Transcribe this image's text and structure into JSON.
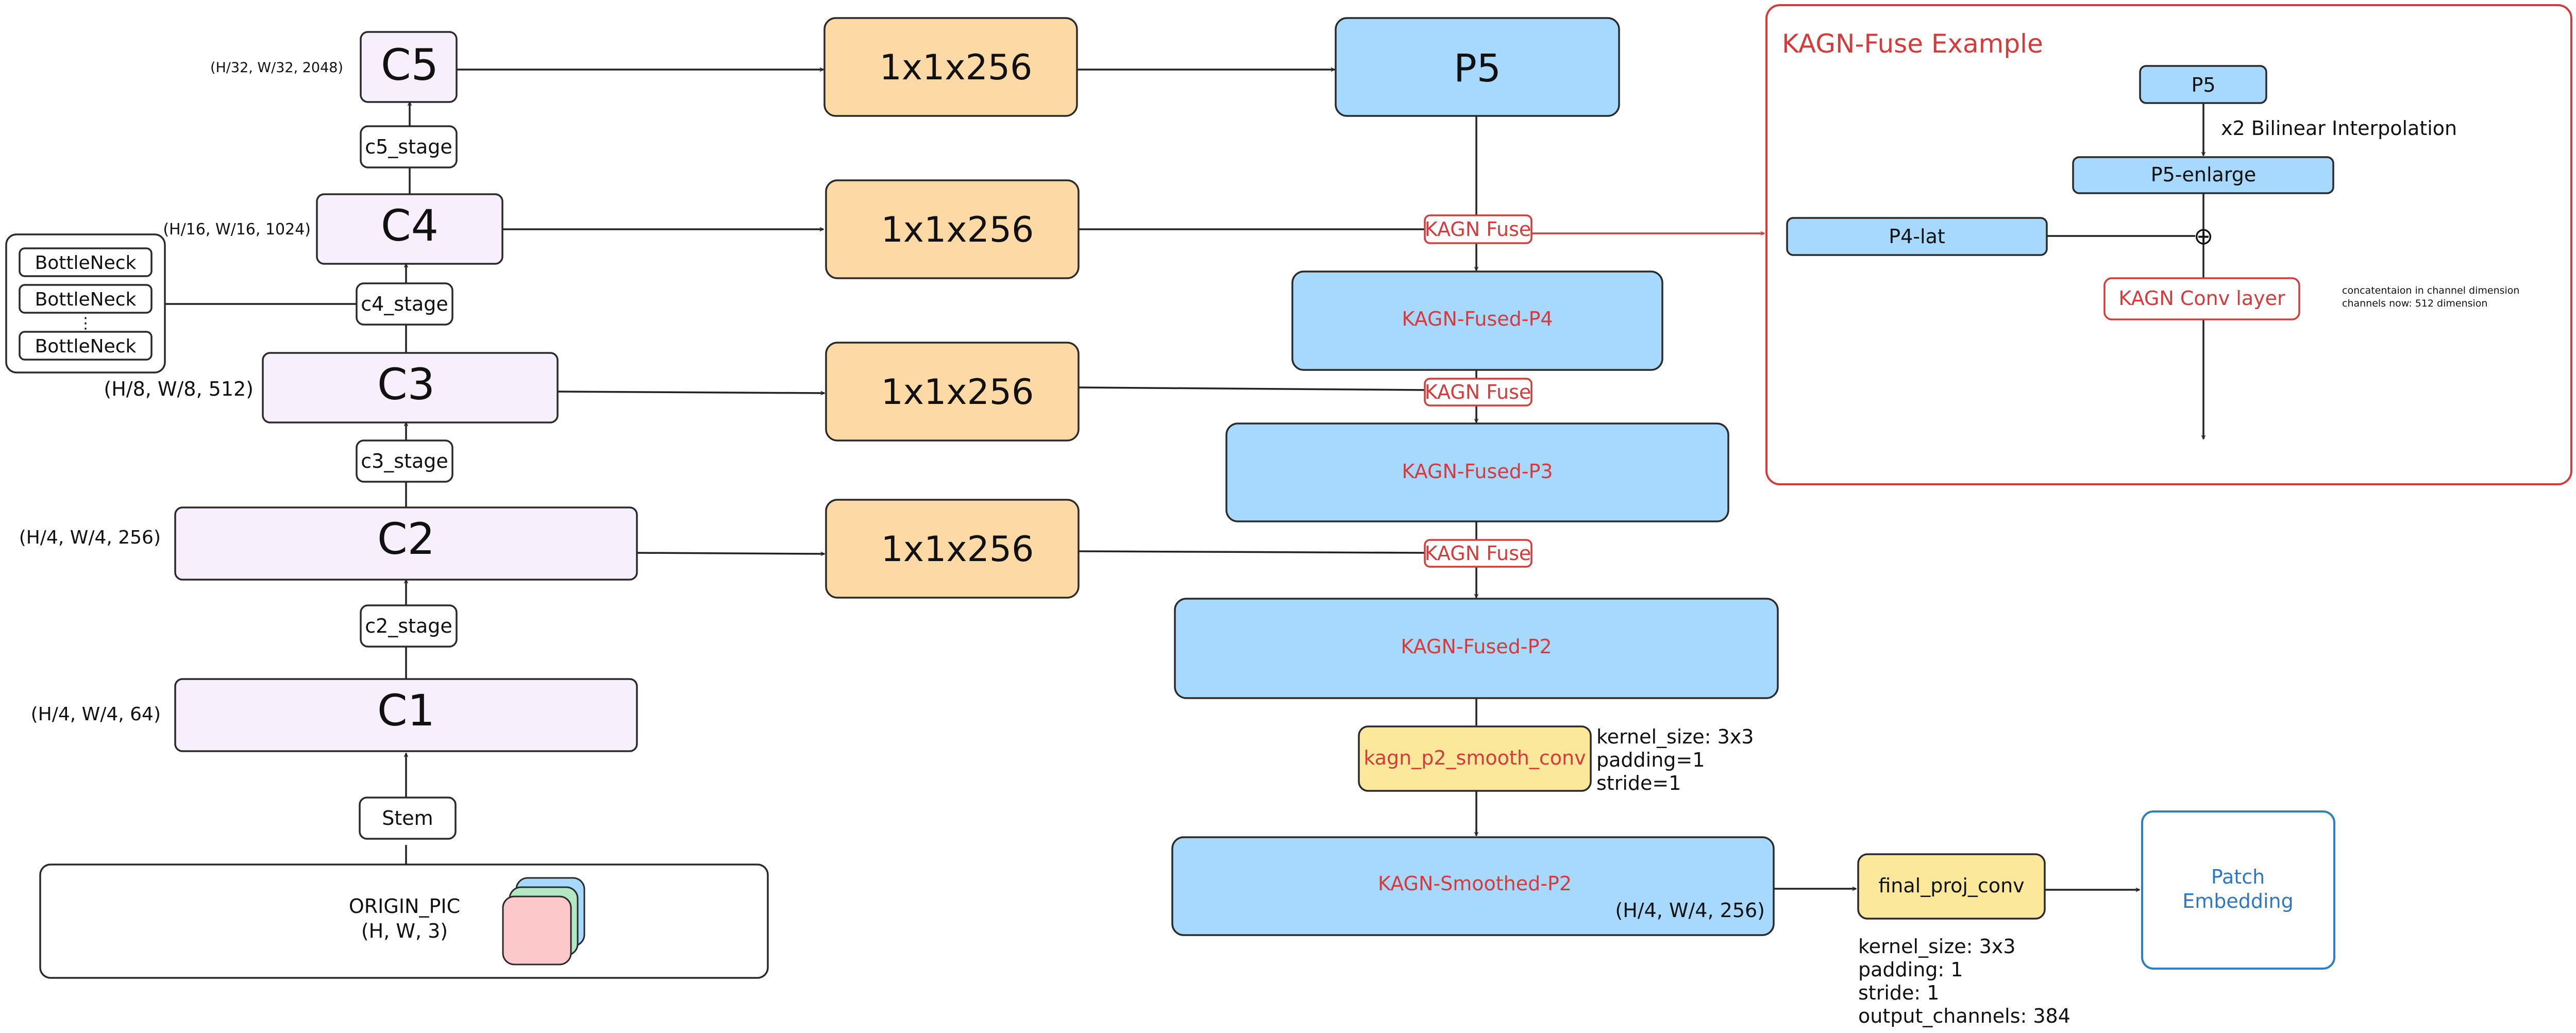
{
  "backbone": {
    "origin": {
      "label": "ORIGIN_PIC",
      "shape": "(H, W, 3)"
    },
    "stem": "Stem",
    "c1": {
      "label": "C1",
      "shape": "(H/4, W/4, 64)"
    },
    "c2_stage": "c2_stage",
    "c2": {
      "label": "C2",
      "shape": "(H/4, W/4, 256)"
    },
    "c3_stage": "c3_stage",
    "c3": {
      "label": "C3",
      "shape": "(H/8, W/8, 512)"
    },
    "c4_stage": "c4_stage",
    "c4": {
      "label": "C4",
      "shape": "(H/16, W/16, 1024)"
    },
    "c5_stage": "c5_stage",
    "c5": {
      "label": "C5",
      "shape": "(H/32, W/32, 2048)"
    },
    "bottleneck": {
      "items": [
        "BottleNeck",
        "BottleNeck",
        "BottleNeck"
      ],
      "ellipsis": "⋮"
    }
  },
  "lateral": {
    "conv": "1x1x256"
  },
  "fpn": {
    "p5": "P5",
    "fuse_label": "KAGN Fuse",
    "p4": "KAGN-Fused-P4",
    "p3": "KAGN-Fused-P3",
    "p2": "KAGN-Fused-P2",
    "smooth": {
      "label": "kagn_p2_smooth_conv",
      "notes": [
        "kernel_size: 3x3",
        "padding=1",
        "stride=1"
      ]
    },
    "smoothed": {
      "label": "KAGN-Smoothed-P2",
      "shape": "(H/4, W/4, 256)"
    },
    "final": {
      "label": "final_proj_conv",
      "notes": [
        "kernel_size: 3x3",
        "padding: 1",
        "stride: 1",
        "output_channels: 384"
      ]
    },
    "patch": {
      "line1": "Patch",
      "line2": "Embedding"
    }
  },
  "example": {
    "title": "KAGN-Fuse Example",
    "p5": "P5",
    "interp": "x2 Bilinear Interpolation",
    "enlarge": "P5-enlarge",
    "lat": "P4-lat",
    "plus": "⊕",
    "conv": "KAGN Conv layer",
    "note_lines": [
      "concatentaion in channel dimension",
      "channels now: 512 dimension"
    ]
  },
  "colors": {
    "stage_fill": "#f7f0fc",
    "lateral_fill": "#fdd9a5",
    "fpn_fill": "#a7d8fd",
    "conv_fill": "#fbe89a",
    "accent_red": "#d63a3a",
    "accent_blue": "#2e78bf"
  }
}
